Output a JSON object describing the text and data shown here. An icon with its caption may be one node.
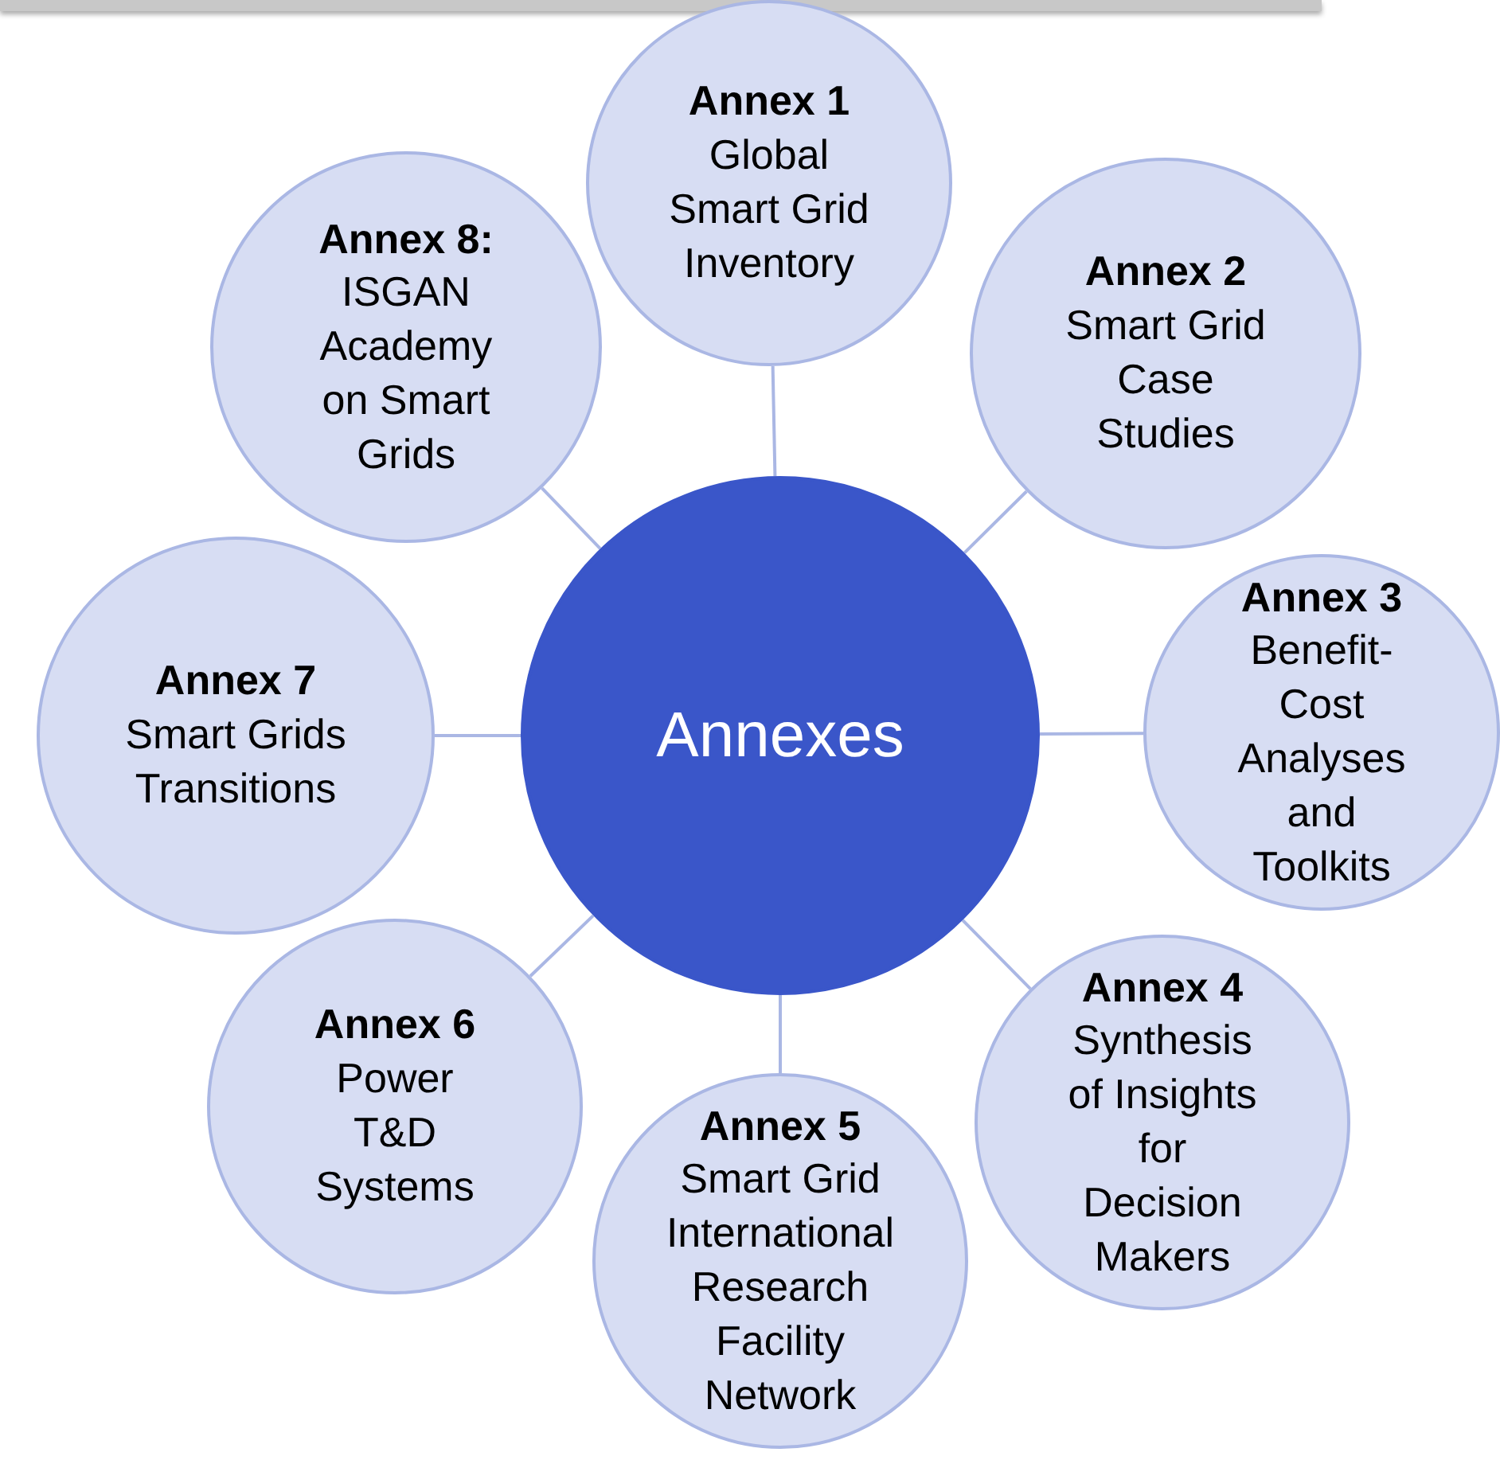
{
  "diagram": {
    "nodes": [
      {
        "text": [
          "Annexes"
        ]
      },
      {
        "text": [
          "Annex 1",
          "Global Smart Grid Inventory"
        ]
      },
      {
        "text": [
          "Annex 2",
          "Smart Grid Case Studies"
        ]
      },
      {
        "text": [
          "Annex 3",
          "Benefit-Cost Analyses and Toolkits"
        ]
      },
      {
        "text": [
          "Annex 4",
          "Synthesis of Insights for Decision Makers"
        ]
      },
      {
        "text": [
          "Annex 5",
          "Smart Grid International Research Facility Network"
        ]
      },
      {
        "text": [
          "Annex 6",
          "Power T&D Systems"
        ]
      },
      {
        "text": [
          "Annex 7",
          "Smart Grids Transitions"
        ]
      },
      {
        "text": [
          "Annex 8:",
          "ISGAN Academy on Smart Grids"
        ]
      }
    ],
    "edges": [
      {
        "from": 0,
        "to": 1,
        "arrow": "none"
      },
      {
        "from": 0,
        "to": 2,
        "arrow": "none"
      },
      {
        "from": 0,
        "to": 3,
        "arrow": "none"
      },
      {
        "from": 0,
        "to": 4,
        "arrow": "none"
      },
      {
        "from": 0,
        "to": 5,
        "arrow": "none"
      },
      {
        "from": 0,
        "to": 6,
        "arrow": "none"
      },
      {
        "from": 0,
        "to": 7,
        "arrow": "none"
      },
      {
        "from": 0,
        "to": 8,
        "arrow": "none"
      }
    ]
  }
}
